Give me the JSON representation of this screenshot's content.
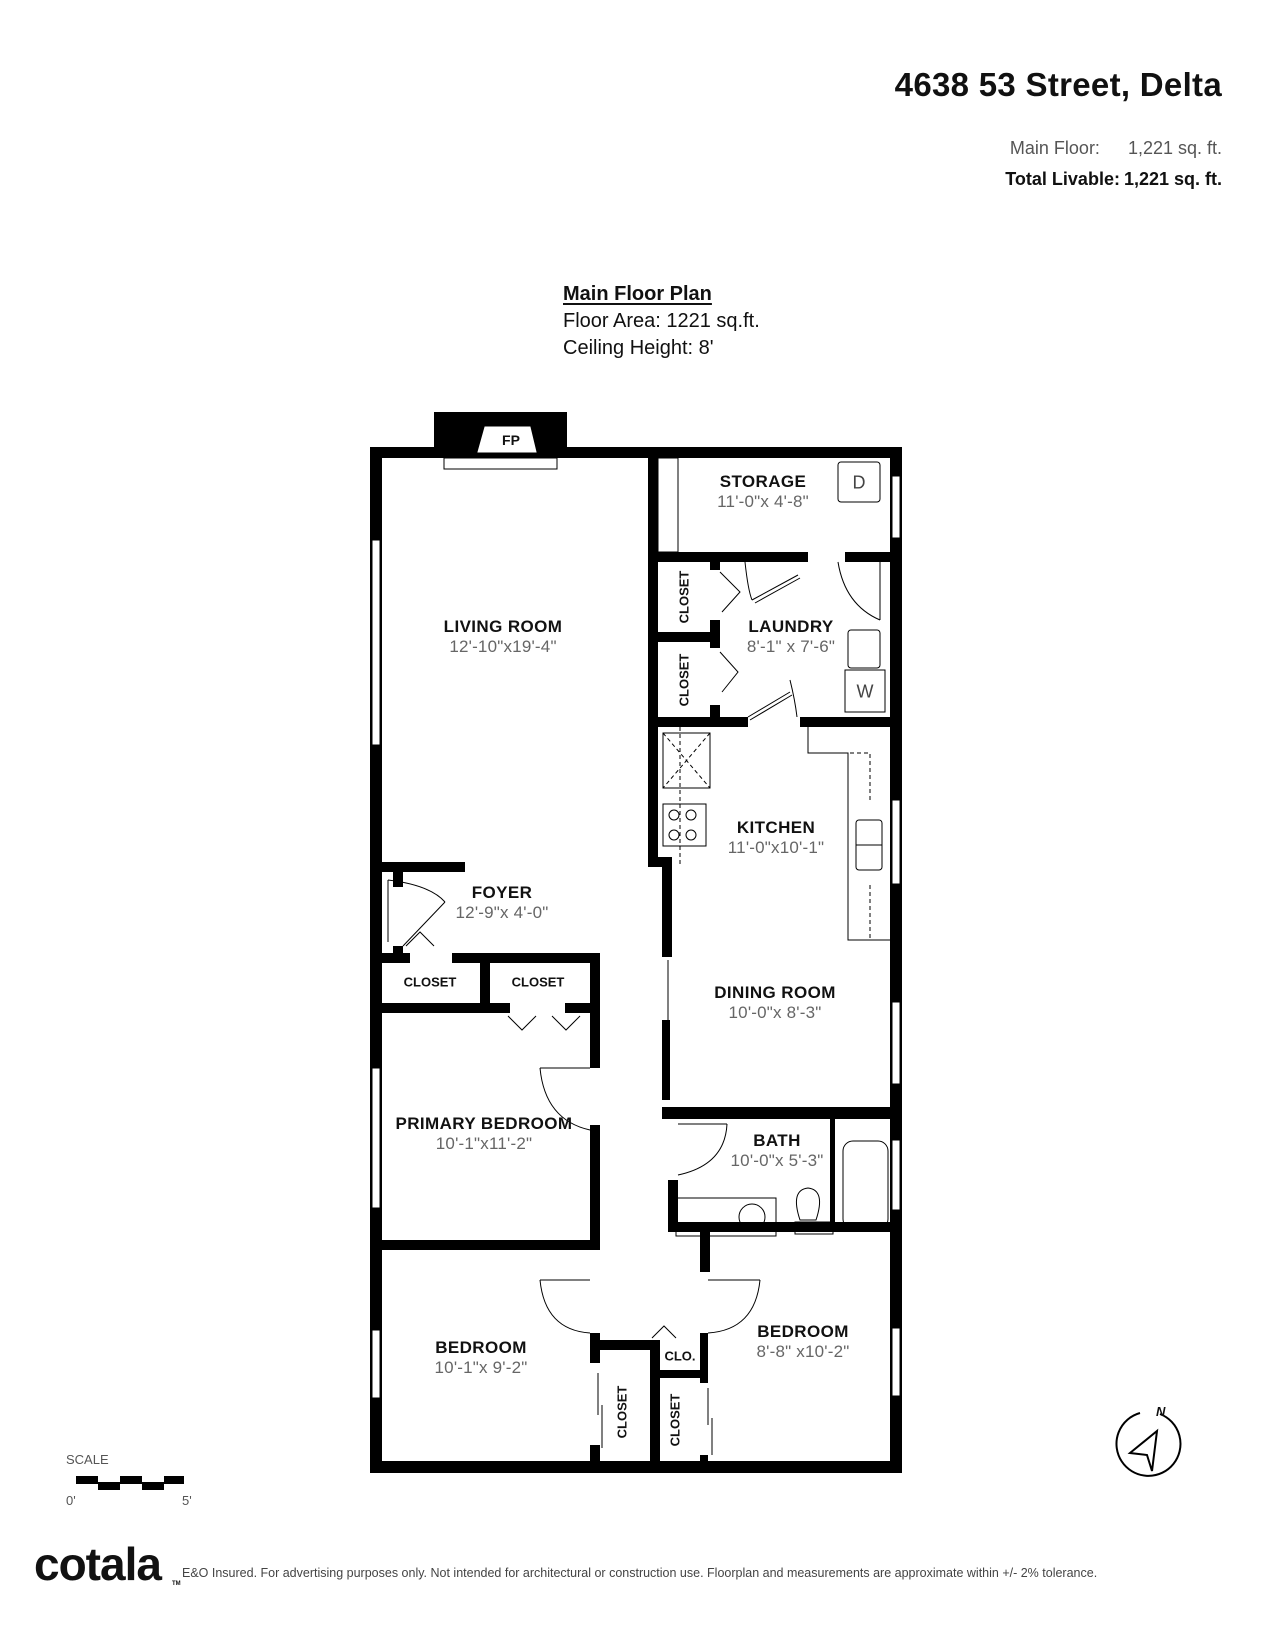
{
  "header": {
    "address": "4638 53 Street, Delta",
    "areas": [
      {
        "label": "Main Floor:",
        "value": "1,221 sq. ft."
      },
      {
        "label": "Total Livable:",
        "value": "1,221 sq. ft."
      }
    ]
  },
  "plan_info": {
    "heading": "Main Floor Plan",
    "floor_area": "Floor Area: 1221 sq.ft.",
    "ceiling_height": "Ceiling Height: 8'"
  },
  "rooms": [
    {
      "name": "LIVING ROOM",
      "dims": "12'-10\"x19'-4\""
    },
    {
      "name": "STORAGE",
      "dims": "11'-0\"x 4'-8\""
    },
    {
      "name": "LAUNDRY",
      "dims": "8'-1\" x 7'-6\""
    },
    {
      "name": "KITCHEN",
      "dims": "11'-0\"x10'-1\""
    },
    {
      "name": "FOYER",
      "dims": "12'-9\"x 4'-0\""
    },
    {
      "name": "DINING ROOM",
      "dims": "10'-0\"x 8'-3\""
    },
    {
      "name": "PRIMARY BEDROOM",
      "dims": "10'-1\"x11'-2\""
    },
    {
      "name": "BATH",
      "dims": "10'-0\"x 5'-3\""
    },
    {
      "name": "BEDROOM",
      "dims": "10'-1\"x 9'-2\""
    },
    {
      "name": "BEDROOM",
      "dims": "8'-8\" x10'-2\""
    }
  ],
  "closets": {
    "laundry_upper": "CLOSET",
    "laundry_lower": "CLOSET",
    "foyer_left": "CLOSET",
    "foyer_right": "CLOSET",
    "bedroom_left": "CLOSET",
    "bedroom_right": "CLOSET",
    "small": "CLO."
  },
  "fixtures": {
    "fireplace": "FP",
    "dryer": "D",
    "washer": "W"
  },
  "scale": {
    "label": "SCALE",
    "start": "0'",
    "end": "5'"
  },
  "compass": {
    "label": "N",
    "icon": "north-arrow-icon"
  },
  "footer": {
    "brand": "cotala",
    "trademark": "TM",
    "disclaimer": "E&O Insured. For advertising purposes only. Not intended for architectural or construction use. Floorplan and measurements are approximate within +/- 2% tolerance."
  }
}
